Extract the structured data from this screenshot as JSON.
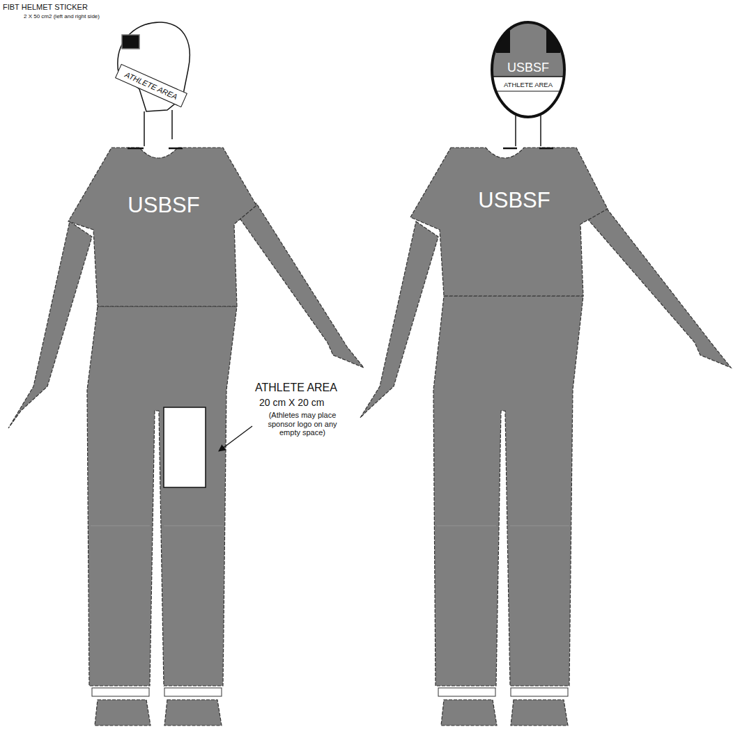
{
  "diagram": {
    "nodes": [
      {
        "text": [
          "ATHLETE AREA"
        ]
      },
      {
        "text": [
          "USBSF"
        ]
      },
      {
        "text": [
          "USBSF"
        ]
      },
      {
        "text": [
          "ATHLETE AREA"
        ]
      },
      {
        "text": [
          "USBSF"
        ]
      }
    ],
    "labels": [
      "FIBT HELMET STICKER",
      "2 X 50 cm2 (left and right side)",
      "ATHLETE AREA",
      "20 cm X 20 cm",
      "(Athletes may place sponsor logo on any empty space)"
    ]
  }
}
